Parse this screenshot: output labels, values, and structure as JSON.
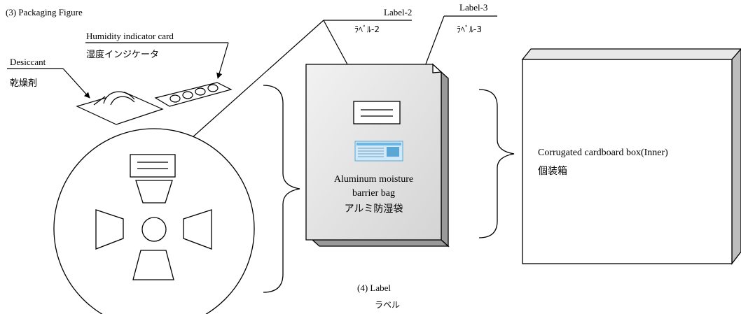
{
  "heading": "(3) Packaging Figure",
  "humidity_card": {
    "en": "Humidity indicator card",
    "jp": "湿度インジケータ"
  },
  "desiccant": {
    "en": "Desiccant",
    "jp": "乾燥剤"
  },
  "label2": {
    "en": "Label-2",
    "jp": "ﾗﾍﾞﾙ-2"
  },
  "label3": {
    "en": "Label-3",
    "jp": "ﾗﾍﾞﾙ-3"
  },
  "bag": {
    "line1": "Aluminum moisture",
    "line2": "barrier bag",
    "jp": "アルミ防湿袋"
  },
  "box": {
    "en": "Corrugated cardboard box(Inner)",
    "jp": "個装箱"
  },
  "label_section": {
    "en": "(4) Label",
    "jp": "ラベル"
  },
  "colors": {
    "stroke": "#000000",
    "bag_fill": "#e6e6e6",
    "box_side": "#bdbdbd",
    "sticker": "#9fd4f0"
  }
}
